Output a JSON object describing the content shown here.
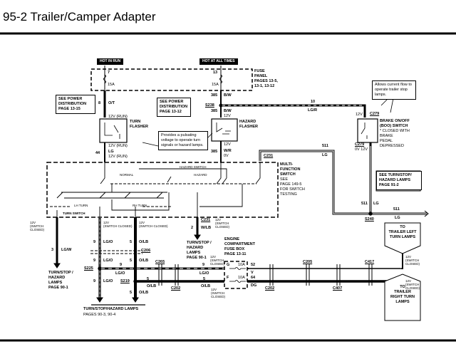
{
  "title": "95-2 Trailer/Camper Adapter",
  "power": {
    "hot_in_run": "HOT IN RUN",
    "hot_at_all_times": "HOT AT ALL TIMES",
    "fuse_panel": "FUSE\nPANEL\nPAGES 13-5,\n13-1, 13-12",
    "fuse_7": "7",
    "fuse_7_rating": "15A",
    "fuse_13": "13",
    "fuse_13_rating": "15A",
    "see_power_1": "SEE POWER\nDISTRIBUTION\nPAGE 13-15",
    "see_power_2": "SEE POWER\nDISTRIBUTION\nPAGE 13-12"
  },
  "flashers": {
    "wire_8_num": "8",
    "wire_8_color": "O/T",
    "v12_run_top": "12V (RUN)",
    "turn_flasher": "TURN\nFLASHER",
    "v12_run_bottom": "12V (RUN)",
    "wire_44_num": "44",
    "wire_44_color": "LG",
    "v12_run_44": "12V (RUN)",
    "callout_pulse": "Provides a pulsating voltage to operate turn signals or hazard lamps.",
    "wire_385_num_a": "385",
    "wire_385_color_a": "B/W",
    "splice_s238": "S238",
    "wire_385_num_b": "385",
    "wire_385_color_b": "B/W",
    "v12_hazard_top": "12V",
    "hazard_flasher": "HAZARD\nFLASHER",
    "v12_hazard_bottom": "12V",
    "wire_385_num_c": "385",
    "wire_385_color_c": "W/R",
    "v0_hazard": "0V"
  },
  "brake": {
    "wire_10_num": "10",
    "wire_10_color": "LG/R",
    "v12_c279": "12V",
    "c279_top": "C279",
    "c279_bottom": "C279",
    "v0_c279": "0V 12V",
    "switch_label": "BRAKE ON/OFF\n(BOO) SWITCH",
    "switch_note": "* CLOSED WITH\nBRAKE\nPEDAL\nDEPRESSED",
    "callout_brake": "Allows current flow to operate trailer stop lamps."
  },
  "multifunction": {
    "c231_top": "C231",
    "wire_511_num_a": "511",
    "wire_511_color_a": "LG",
    "title": "MULTI-\nFUNCTION\nSWITCH",
    "note": "SEE\nPAGE 149-5\nFOR SWITCH\nTESTING",
    "normal": "NORMAL",
    "hazard_switch": "HAZARD SWITCH",
    "hazard": "HAZARD",
    "lh_turn": "LH TURN",
    "rh_turn": "RH TURN",
    "turn_switch": "TURN SWITCH",
    "see_turn_stop": "SEE TURN/STOP/\nHAZARD LAMPS\nPAGE 91-2",
    "wire_511_num_b": "511",
    "wire_511_color_b": "LG",
    "wire_511_num_c": "511",
    "wire_511_color_c": "LG",
    "splice_s240": "S240"
  },
  "outputs": {
    "sw_closed_1": "12V\n(SWITCH\nCLOSED)",
    "wire_3_num": "3",
    "wire_3_color": "LG/W",
    "lamps_90_1_a": "TURN/STOP /\nHAZARD\nLAMPS\nPAGE 90-1",
    "sw_closed_2": "12V\n(SWITCH CLOSED)",
    "sw_closed_3": "12V\n(SWITCH CLOSED)",
    "wire_9_num_a": "9",
    "wire_9_color_a": "LG/O",
    "wire_5_num_a": "5",
    "wire_5_color_a": "O/LB",
    "c206": "C206",
    "wire_9_num_b": "9",
    "wire_9_color_b": "LG/O",
    "wire_5_num_b": "5",
    "wire_5_color_b": "O/LB",
    "s225": "S225",
    "s219": "S219",
    "wire_9_num_c": "9",
    "wire_9_color_c": "LG/O",
    "wire_5_num_c": "5",
    "wire_5_color_c": "O/LB",
    "lamps_90_3": "TURN/STOP/HAZARD LAMPS",
    "lamps_90_3_pages": "PAGES 90-3, 90-4",
    "c231_bottom": "C231",
    "sw_closed_4": "12V\n(SWITCH\nCLOSED)",
    "wire_2_num": "2",
    "wire_2_color": "W/LB",
    "lamps_90_1_b": "TURN/STOP /\nHAZARD\nLAMPS\nPAGE 90-1"
  },
  "trailer": {
    "c265": "C265",
    "c202": "C202",
    "wire_9_num_h": "9",
    "wire_9_color_h": "LG/O",
    "wire_5_num_h": "5",
    "wire_5_color_h": "O/LB",
    "wire_9_num_h2": "9",
    "wire_9_color_h2": "LG/O",
    "wire_5_num_h2": "5",
    "wire_5_color_h2": "O/LB",
    "sw_closed_5": "12V\n(SWITCH\nCLOSED)",
    "sw_closed_6": "12V\n(SWITCH\nCLOSED)",
    "fuse_box": "ENGINE\nCOMPARTMENT\nFUSE BOX\nPAGE 13-11",
    "fuse_g": "G",
    "fuse_g_rating": "10A",
    "fuse_f": "F",
    "fuse_f_rating": "10A",
    "wire_52": "52",
    "wire_52_color": "V",
    "wire_64": "64",
    "wire_64_color": "DG",
    "c205": "C205",
    "c407": "C407",
    "c417": "C417",
    "c202_b": "C202",
    "to_left": "TO\nTRAILER LEFT\nTURN LAMPS",
    "to_right": "TO\nTRAILER\nRIGHT TURN\nLAMPS",
    "sw_closed_left": "12V\n(SWITCH\nCLOSED)",
    "sw_closed_right": "12V\n(SWITCH\nCLOSED)"
  }
}
